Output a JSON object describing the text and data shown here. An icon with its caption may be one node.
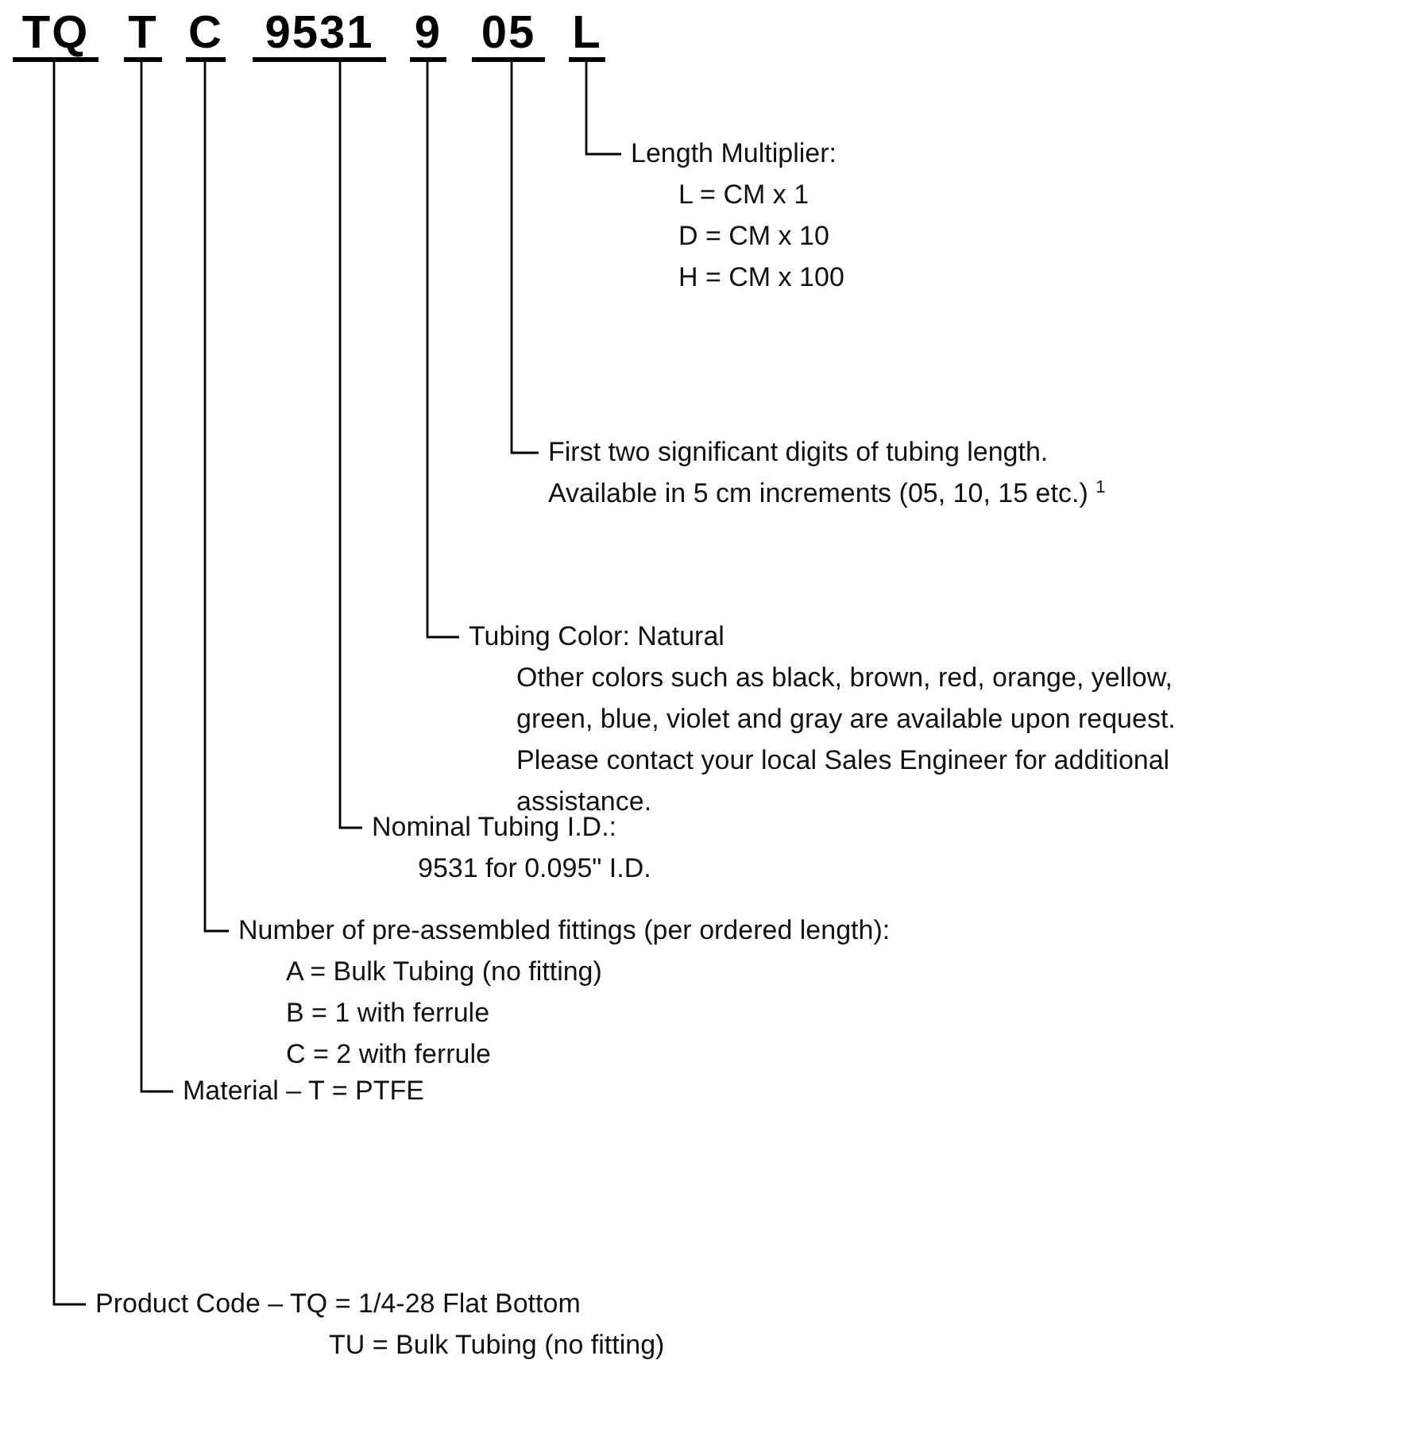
{
  "diagram": {
    "nodes": [
      {
        "text": [
          "TQ"
        ]
      },
      {
        "text": [
          "T"
        ]
      },
      {
        "text": [
          "C"
        ]
      },
      {
        "text": [
          "9531"
        ]
      },
      {
        "text": [
          "9"
        ]
      },
      {
        "text": [
          "05"
        ]
      },
      {
        "text": [
          "L"
        ]
      },
      {
        "text": [
          "Length Multiplier:",
          "L  =  CM x 1",
          "D  =  CM x 10",
          "H  =  CM x 100"
        ]
      },
      {
        "text": [
          "First two significant digits of tubing length.",
          "Available in 5 cm increments (05, 10, 15 etc.) $^{1}$"
        ]
      },
      {
        "text": [
          "Tubing Color: Natural",
          "Other colors such as black, brown, red, orange, yellow, green, blue, violet and gray are available upon request. Please contact your local Sales Engineer for additional assistance."
        ]
      },
      {
        "text": [
          "Nominal Tubing I.D.:",
          "9531 for 0.095\" I.D."
        ]
      },
      {
        "text": [
          "Number of pre-assembled fittings (per ordered length):",
          "A  =  Bulk Tubing (no fitting)",
          "B  =  1 with ferrule",
          "C  =  2 with ferrule"
        ]
      },
      {
        "text": [
          "Material – T = PTFE"
        ]
      },
      {
        "text": [
          "Product Code –  TQ  =  1/4-28 Flat Bottom",
          "TU  =  Bulk Tubing (no fitting)"
        ]
      }
    ],
    "edges": [
      {
        "from": 7,
        "to": 6,
        "arrow": "none"
      },
      {
        "from": 8,
        "to": 5,
        "arrow": "none"
      },
      {
        "from": 9,
        "to": 4,
        "arrow": "none"
      },
      {
        "from": 10,
        "to": 3,
        "arrow": "none"
      },
      {
        "from": 11,
        "to": 2,
        "arrow": "none"
      },
      {
        "from": 12,
        "to": 1,
        "arrow": "none"
      },
      {
        "from": 13,
        "to": 0,
        "arrow": "none"
      }
    ]
  }
}
